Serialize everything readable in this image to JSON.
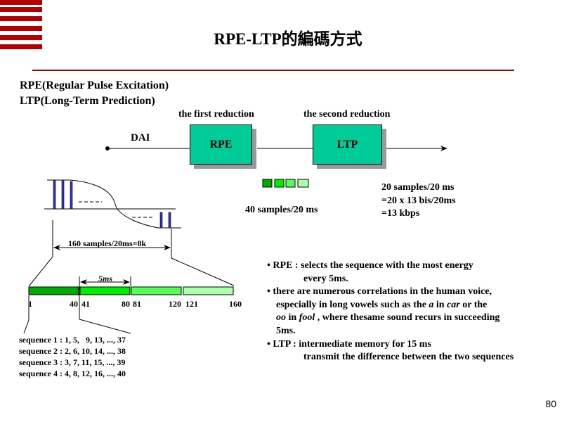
{
  "slide": {
    "title": "RPE-LTP的編碼方式",
    "page_number": "80",
    "accent_color": "#b40000"
  },
  "definitions": [
    "RPE(Regular Pulse Excitation)",
    "LTP(Long-Term Prediction)"
  ],
  "block_diagram": {
    "input_label": "DAI",
    "stage1_caption": "the first reduction",
    "stage2_caption": "the second reduction",
    "block1_label": "RPE",
    "block2_label": "LTP",
    "block_color": "#00cc99"
  },
  "rpe_output": {
    "label": "40 samples/20 ms",
    "segment_colors": [
      "#00aa00",
      "#00ee00",
      "#55ff55",
      "#aaffaa"
    ]
  },
  "ltp_output": {
    "lines": [
      "20 samples/20 ms",
      "=20 x 13 bis/20ms",
      "=13 kbps"
    ]
  },
  "waveform": {
    "span_label": "160 samples/20ms=8k",
    "pulse_color": "#3333cc"
  },
  "segment_bar": {
    "interval_label": "5ms",
    "ticks": [
      "1",
      "40",
      "41",
      "80",
      "81",
      "120",
      "121",
      "160"
    ],
    "segment_colors": [
      "#00aa00",
      "#00ee00",
      "#55ff55",
      "#aaffaa"
    ]
  },
  "sequences": [
    "sequence 1 : 1, 5,   9, 13, ..., 37",
    "sequence 2 : 2, 6, 10, 14, ..., 38",
    "sequence 3 : 3, 7, 11, 15, ..., 39",
    "sequence 4 : 4, 8, 12, 16, ..., 40"
  ],
  "bullets": {
    "b1_line1": "• RPE : selects the sequence with the most energy",
    "b1_line2": "every 5ms.",
    "b2_line1": "• there are numerous correlations in the human voice,",
    "b2_line2_pre": "especially in long vowels such as the ",
    "b2_line2_a": "a",
    "b2_line2_mid": " in ",
    "b2_line2_car": "car",
    "b2_line2_post": " or the",
    "b2_line3_oo": "oo",
    "b2_line3_mid": " in ",
    "b2_line3_fool": "fool",
    "b2_line3_post": " , where thesame sound recurs in succeeding",
    "b2_line4": "5ms.",
    "b3_line1": "• LTP : intermediate memory for 15 ms",
    "b3_line2": "transmit the difference between the two sequences"
  }
}
